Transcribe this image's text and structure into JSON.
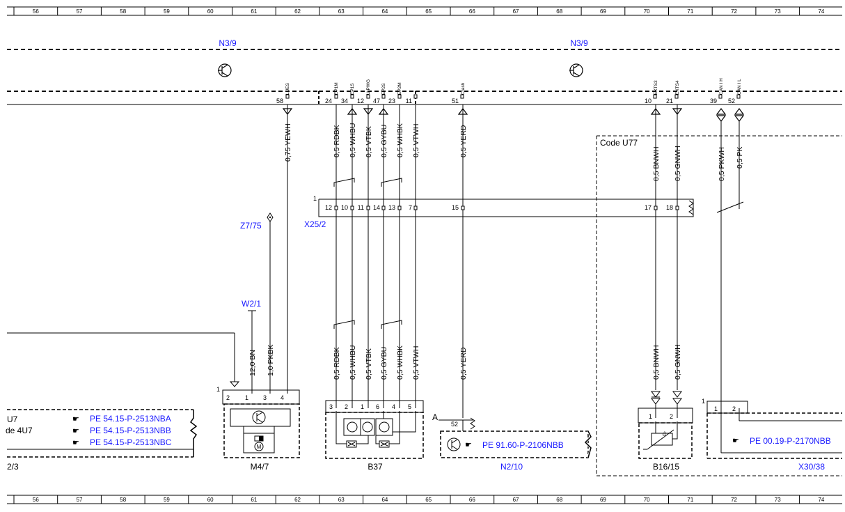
{
  "ruler": {
    "numbers": [
      "56",
      "57",
      "58",
      "59",
      "60",
      "61",
      "62",
      "63",
      "64",
      "65",
      "66",
      "67",
      "68",
      "69",
      "70",
      "71",
      "72",
      "73",
      "74"
    ]
  },
  "control_units": {
    "top_left": "N3/9",
    "top_right": "N3/9"
  },
  "top_pins": [
    {
      "num": "58",
      "label": "LUES"
    },
    {
      "num": "24",
      "label": "EP1M"
    },
    {
      "num": "34",
      "label": "EP1S"
    },
    {
      "num": "12",
      "label": "U PWG"
    },
    {
      "num": "47",
      "label": "EP2S"
    },
    {
      "num": "23",
      "label": "EP2M"
    },
    {
      "num": "11",
      "label": ""
    },
    {
      "num": "51",
      "label": "Crash"
    },
    {
      "num": "10",
      "label": "EXTS3"
    },
    {
      "num": "21",
      "label": "EXTS4"
    },
    {
      "num": "39",
      "label": "CAN I H"
    },
    {
      "num": "52",
      "label": "CAN I L"
    }
  ],
  "upper_wires": [
    "0,75 YEWH",
    "0,5 RDBK",
    "0,5 WHBU",
    "0,5 VTBK",
    "0,5 GYBU",
    "0,5 WHBK",
    "0,5 VTWH",
    "0,5 YERD",
    "0,5 BNWH",
    "0,5 GNWH",
    "0,5 PKWH",
    "0,5 PK"
  ],
  "lower_wires": [
    "12,0 BN",
    "1,0 PKBK",
    "0,5 RDBK",
    "0,5 WHBU",
    "0,5 VTBK",
    "0,5 GYBU",
    "0,5 WHBK",
    "0,5 VTWH",
    "0,5 YERD",
    "0,5 BNWH",
    "0,5 GNWH"
  ],
  "connector_x25": {
    "name": "X25/2",
    "index": "1",
    "pins": [
      "12",
      "10",
      "11",
      "14",
      "13",
      "7",
      "15",
      "17",
      "18"
    ]
  },
  "labels": {
    "z7": "Z7/75",
    "w2": "W2/1",
    "code_box": "Code U77",
    "branch_a": "A",
    "n2_pin": "52",
    "one_m4": "1",
    "one_x30": "1"
  },
  "left_box": {
    "line1": "U7",
    "line2": "de 4U7",
    "footer": "2/3",
    "refs": [
      "PE 54.15-P-2513NBA",
      "PE 54.15-P-2513NBB",
      "PE 54.15-P-2513NBC"
    ]
  },
  "components": {
    "m4": {
      "name": "M4/7",
      "pins": [
        "2",
        "1",
        "3",
        "4"
      ]
    },
    "b37": {
      "name": "B37",
      "pins": [
        "3",
        "2",
        "1",
        "6",
        "4",
        "5"
      ]
    },
    "n2": {
      "name": "N2/10",
      "ref": "PE 91.60-P-2106NBB"
    },
    "b16": {
      "name": "B16/15",
      "pins": [
        "1",
        "2"
      ],
      "theta": "ϑ"
    },
    "x30": {
      "name": "X30/38",
      "pins": [
        "1",
        "2"
      ],
      "ref": "PE 00.19-P-2170NBB"
    }
  },
  "colors": {
    "link": "#1a1aff",
    "line": "#000000"
  }
}
